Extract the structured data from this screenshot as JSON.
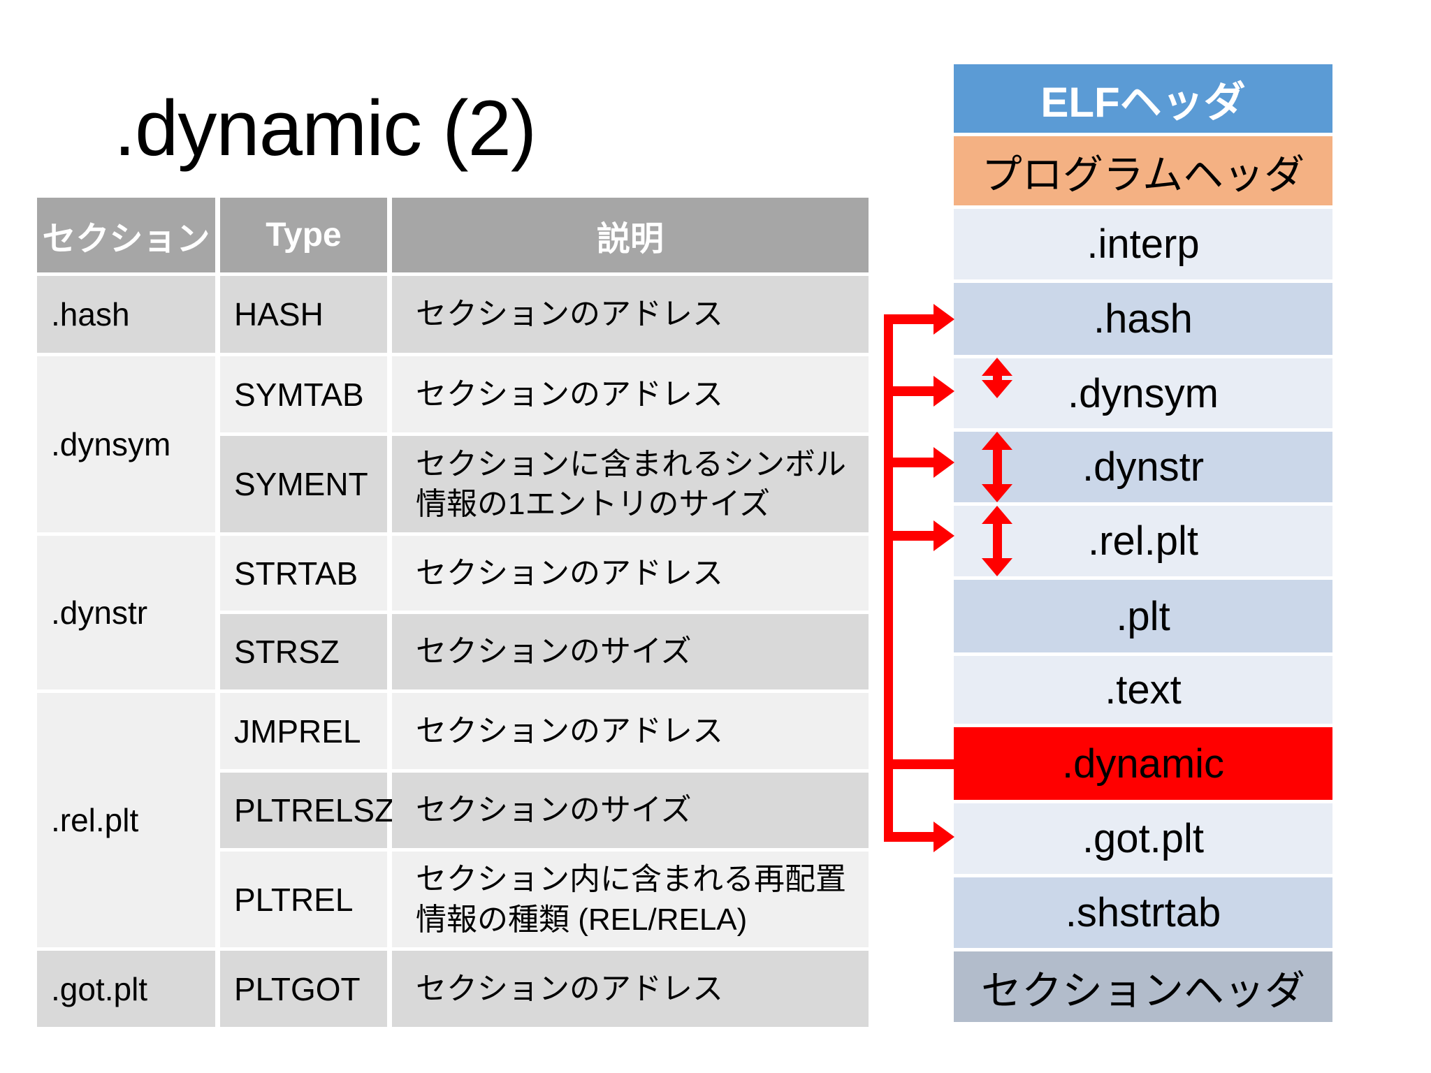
{
  "slide": {
    "title": ".dynamic (2)"
  },
  "colors": {
    "accent_red": "#FF0000",
    "elf_header_blue": "#5B9BD5",
    "program_header_orange": "#F4B183",
    "table_header_gray": "#A6A6A6",
    "table_row_dark": "#D9D9D9",
    "table_row_light": "#F0F0F0",
    "diagram_row_light": "#E8EDF5",
    "diagram_row_medium": "#CBD7E9",
    "diagram_section_header_gray": "#B2BCCB"
  },
  "table": {
    "headers": {
      "section": "セクション",
      "type": "Type",
      "description": "説明"
    },
    "groups": [
      {
        "section": ".hash",
        "rows": [
          {
            "type": "HASH",
            "desc": "セクションのアドレス"
          }
        ]
      },
      {
        "section": ".dynsym",
        "rows": [
          {
            "type": "SYMTAB",
            "desc": "セクションのアドレス"
          },
          {
            "type": "SYMENT",
            "desc": "セクションに含まれるシンボル情報の1エントリのサイズ"
          }
        ]
      },
      {
        "section": ".dynstr",
        "rows": [
          {
            "type": "STRTAB",
            "desc": "セクションのアドレス"
          },
          {
            "type": "STRSZ",
            "desc": "セクションのサイズ"
          }
        ]
      },
      {
        "section": ".rel.plt",
        "rows": [
          {
            "type": "JMPREL",
            "desc": "セクションのアドレス"
          },
          {
            "type": "PLTRELSZ",
            "desc": "セクションのサイズ"
          },
          {
            "type": "PLTREL",
            "desc": "セクション内に含まれる再配置情報の種類 (REL/RELA)"
          }
        ]
      },
      {
        "section": ".got.plt",
        "rows": [
          {
            "type": "PLTGOT",
            "desc": "セクションのアドレス"
          }
        ]
      }
    ]
  },
  "diagram": {
    "rows": [
      {
        "label": "ELFヘッダ"
      },
      {
        "label": "プログラムヘッダ"
      },
      {
        "label": ".interp"
      },
      {
        "label": ".hash"
      },
      {
        "label": ".dynsym"
      },
      {
        "label": ".dynstr"
      },
      {
        "label": ".rel.plt"
      },
      {
        "label": ".plt"
      },
      {
        "label": ".text"
      },
      {
        "label": ".dynamic"
      },
      {
        "label": ".got.plt"
      },
      {
        "label": ".shstrtab"
      },
      {
        "label": "セクションヘッダ"
      }
    ]
  }
}
